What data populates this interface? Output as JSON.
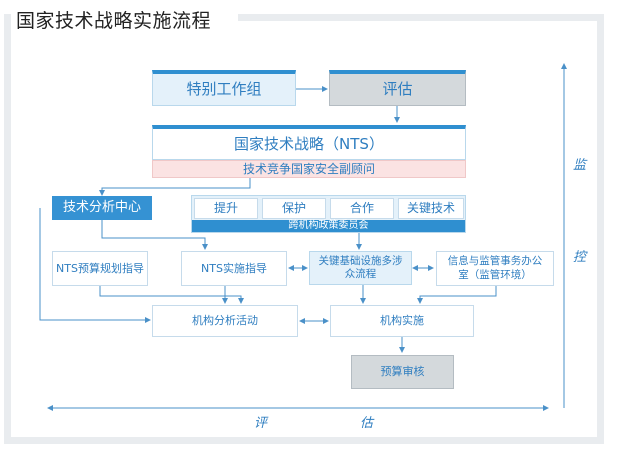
{
  "title": "国家技术战略实施流程",
  "boxes": {
    "special_group": "特别工作组",
    "evaluation": "评估",
    "nts": "国家技术战略（NTS）",
    "advisor": "技术竞争国家安全副顾问",
    "analysis_center": "技术分析中心",
    "committee": "跨机构政策委员会",
    "nts_budget": "NTS预算规划指导",
    "nts_impl": "NTS实施指导",
    "infra": "关键基础设施多涉众流程",
    "info_office": "信息与监管事务办公室（监管环境）",
    "agency_analysis": "机构分析活动",
    "agency_impl": "机构实施",
    "budget_review": "预算审核"
  },
  "pillars": [
    "提升",
    "保护",
    "合作",
    "关键技术"
  ],
  "side_labels": {
    "right": [
      "监",
      "控"
    ],
    "bottom": [
      "评",
      "估"
    ]
  },
  "colors": {
    "accent": "#2f8fd0",
    "text": "#2f7ec0",
    "line": "#4a90c8"
  }
}
